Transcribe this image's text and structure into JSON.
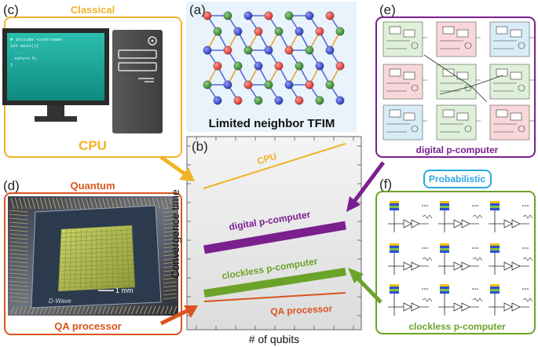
{
  "panels": {
    "a": {
      "letter": "(a)",
      "caption": "Limited neighbor TFIM"
    },
    "b": {
      "letter": "(b)"
    },
    "c": {
      "letter": "(c)",
      "header": "Classical",
      "name": "CPU",
      "code": [
        "# include <iostream>",
        "int main(){",
        "...",
        "return 0;",
        "}"
      ]
    },
    "d": {
      "letter": "(d)",
      "header": "Quantum",
      "name": "QA processor",
      "chip_brand": "D-Wave",
      "scale": "1 mm"
    },
    "e": {
      "letter": "(e)",
      "name": "digital p-computer"
    },
    "f": {
      "letter": "(f)",
      "name": "clockless p-computer"
    },
    "center_label": "Probabilistic"
  },
  "chart_data": {
    "type": "line",
    "xlabel": "# of qubits",
    "ylabel": "Convergence time",
    "series": [
      {
        "name": "CPU",
        "color": "#f0b429"
      },
      {
        "name": "digital p-computer",
        "color": "#7b1f8f"
      },
      {
        "name": "clockless p-computer",
        "color": "#6ba32a"
      },
      {
        "name": "QA processor",
        "color": "#d9541e"
      }
    ]
  },
  "colors": {
    "classical": "#f0b429",
    "quantum": "#d9541e",
    "digital": "#7b1f8f",
    "clockless": "#6ba32a",
    "probabilistic": "#29a8e0",
    "node_red": "#e8413c",
    "node_green": "#3f9a3a",
    "node_blue": "#3d4fd6"
  }
}
